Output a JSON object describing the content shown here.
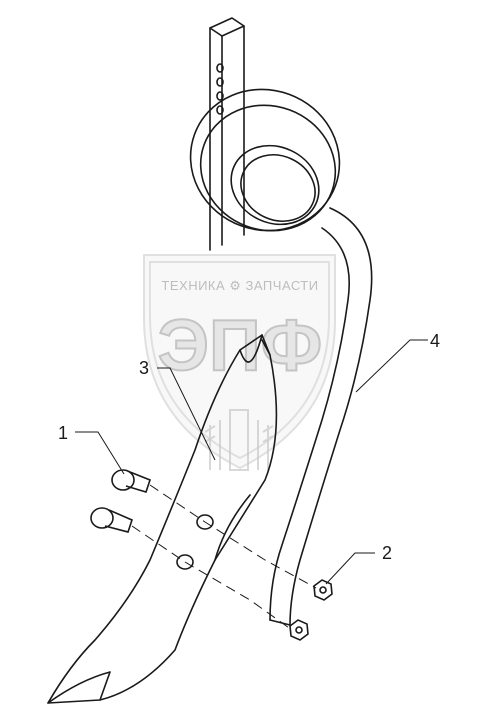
{
  "watermark": {
    "brand_line": "ТЕХНИКА ⚙ ЗАПЧАСТИ",
    "logo_text": "ЭПФ"
  },
  "callouts": [
    {
      "id": "1",
      "label": "1"
    },
    {
      "id": "2",
      "label": "2"
    },
    {
      "id": "3",
      "label": "3"
    },
    {
      "id": "4",
      "label": "4"
    }
  ],
  "colors": {
    "line": "#1a1a1a",
    "watermark": "#cfcfcf",
    "background": "#ffffff"
  }
}
